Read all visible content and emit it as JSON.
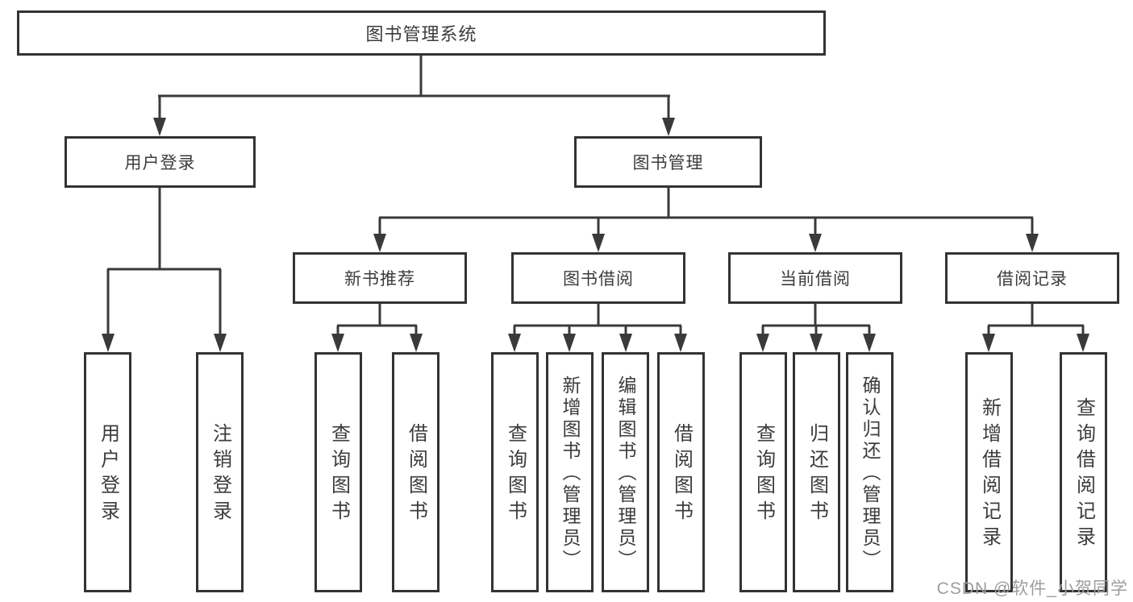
{
  "page": {
    "background": "#ffffff",
    "line_color": "#3a3a3a",
    "box_border_color": "#333333",
    "text_color": "#3c3c3c",
    "watermark": {
      "text": "CSDN @软件_小贺同学",
      "color": "#9d9d9d"
    }
  },
  "tree": {
    "root": {
      "label": "图书管理系统"
    },
    "level2": [
      {
        "label": "用户登录",
        "children": [
          {
            "label": "用户登录"
          },
          {
            "label": "注销登录"
          }
        ]
      },
      {
        "label": "图书管理",
        "children": [
          {
            "label": "新书推荐",
            "children": [
              {
                "label": "查询图书"
              },
              {
                "label": "借阅图书"
              }
            ]
          },
          {
            "label": "图书借阅",
            "children": [
              {
                "label": "查询图书"
              },
              {
                "label": "新增图书（管理员）"
              },
              {
                "label": "编辑图书（管理员）"
              },
              {
                "label": "借阅图书"
              }
            ]
          },
          {
            "label": "当前借阅",
            "children": [
              {
                "label": "查询图书"
              },
              {
                "label": "归还图书"
              },
              {
                "label": "确认归还（管理员）"
              }
            ]
          },
          {
            "label": "借阅记录",
            "children": [
              {
                "label": "新增借阅记录"
              },
              {
                "label": "查询借阅记录"
              }
            ]
          }
        ]
      }
    ]
  }
}
